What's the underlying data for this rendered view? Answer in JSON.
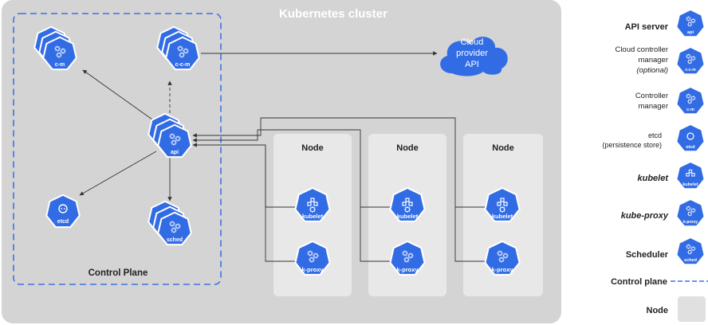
{
  "cluster": {
    "title": "Kubernetes cluster"
  },
  "control_plane": {
    "label": "Control Plane",
    "components": {
      "cm": "c-m",
      "ccm": "c-c-m",
      "api": "api",
      "etcd": "etcd",
      "sched": "sched"
    }
  },
  "cloud": {
    "line1": "Cloud",
    "line2": "provider",
    "line3": "API"
  },
  "nodes": [
    {
      "title": "Node",
      "kubelet": "kubelet",
      "kproxy": "k-proxy"
    },
    {
      "title": "Node",
      "kubelet": "kubelet",
      "kproxy": "k-proxy"
    },
    {
      "title": "Node",
      "kubelet": "kubelet",
      "kproxy": "k-proxy"
    }
  ],
  "legend": {
    "api_server": "API server",
    "api_icon": "api",
    "ccm_line1": "Cloud controller",
    "ccm_line2": "manager",
    "ccm_line3": "(optional)",
    "ccm_icon": "c-c-m",
    "cm_line1": "Controller",
    "cm_line2": "manager",
    "cm_icon": "c-m",
    "etcd_line1": "etcd",
    "etcd_line2": "(persistence store)",
    "etcd_icon": "etcd",
    "kubelet": "kubelet",
    "kubelet_icon": "kubelet",
    "kproxy": "kube-proxy",
    "kproxy_icon": "k-proxy",
    "scheduler": "Scheduler",
    "sched_icon": "sched",
    "control_plane": "Control plane",
    "node": "Node"
  },
  "colors": {
    "k8s_blue": "#326CE5",
    "cluster_bg": "#D4D4D4",
    "node_bg": "#E8E8E8",
    "dashed_border": "#3E72E0"
  }
}
